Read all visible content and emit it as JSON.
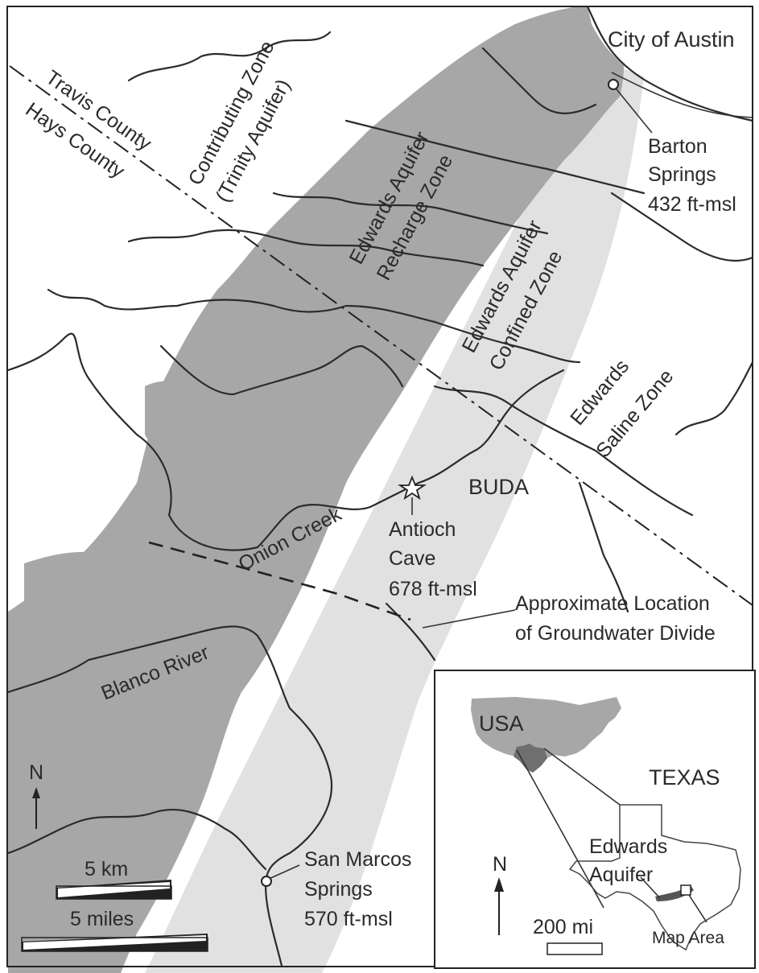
{
  "map": {
    "labels": {
      "city": "City of Austin",
      "travis": "Travis County",
      "hays": "Hays County",
      "contrib1": "Contributing Zone",
      "contrib2": "(Trinity Aquifer)",
      "recharge1": "Edwards Aquifer",
      "recharge2": "Recharge Zone",
      "confined1": "Edwards Aquifer",
      "confined2": "Confined Zone",
      "saline1": "Edwards",
      "saline2": "Saline Zone",
      "barton1": "Barton",
      "barton2": "Springs",
      "barton3": "432 ft-msl",
      "buda": "BUDA",
      "onion": "Onion Creek",
      "antioch1": "Antioch",
      "antioch2": "Cave",
      "antioch3": "678 ft-msl",
      "divide1": "Approximate Location",
      "divide2": "of Groundwater Divide",
      "blanco": "Blanco River",
      "sanmarcos1": "San Marcos",
      "sanmarcos2": "Springs",
      "sanmarcos3": "570 ft-msl",
      "north": "N",
      "scale_km": "5 km",
      "scale_mi": "5 miles"
    },
    "inset": {
      "usa": "USA",
      "texas": "TEXAS",
      "edwards1": "Edwards",
      "edwards2": "Aquifer",
      "north": "N",
      "scale": "200 mi",
      "map_area": "Map Area"
    },
    "colors": {
      "recharge": "#a7a7a7",
      "confined": "#e1e1e1",
      "texas": "#6f6f6f",
      "border": "#222222"
    }
  }
}
